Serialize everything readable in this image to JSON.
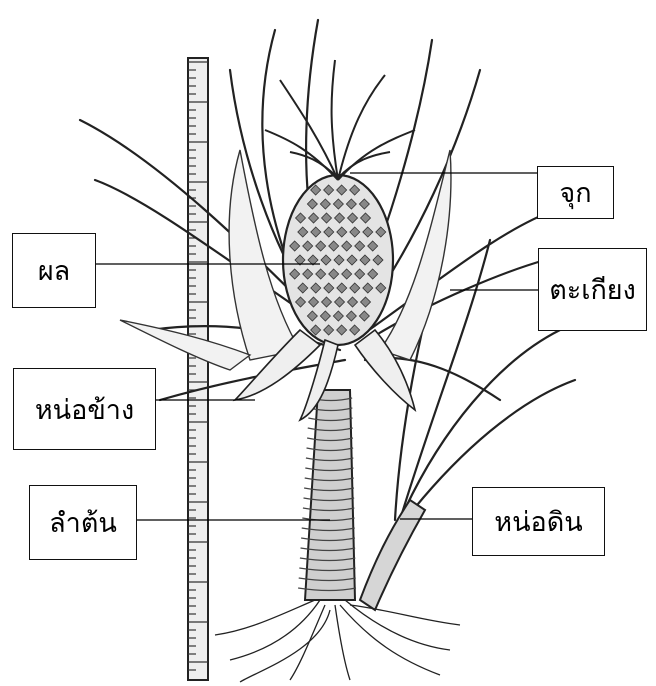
{
  "labels": {
    "crown": "จุก",
    "fruit": "ผล",
    "slip": "ตะเกียง",
    "side_shoot": "หน่อข้าง",
    "stem": "ลำต้น",
    "ground_sucker": "หน่อดิน"
  }
}
